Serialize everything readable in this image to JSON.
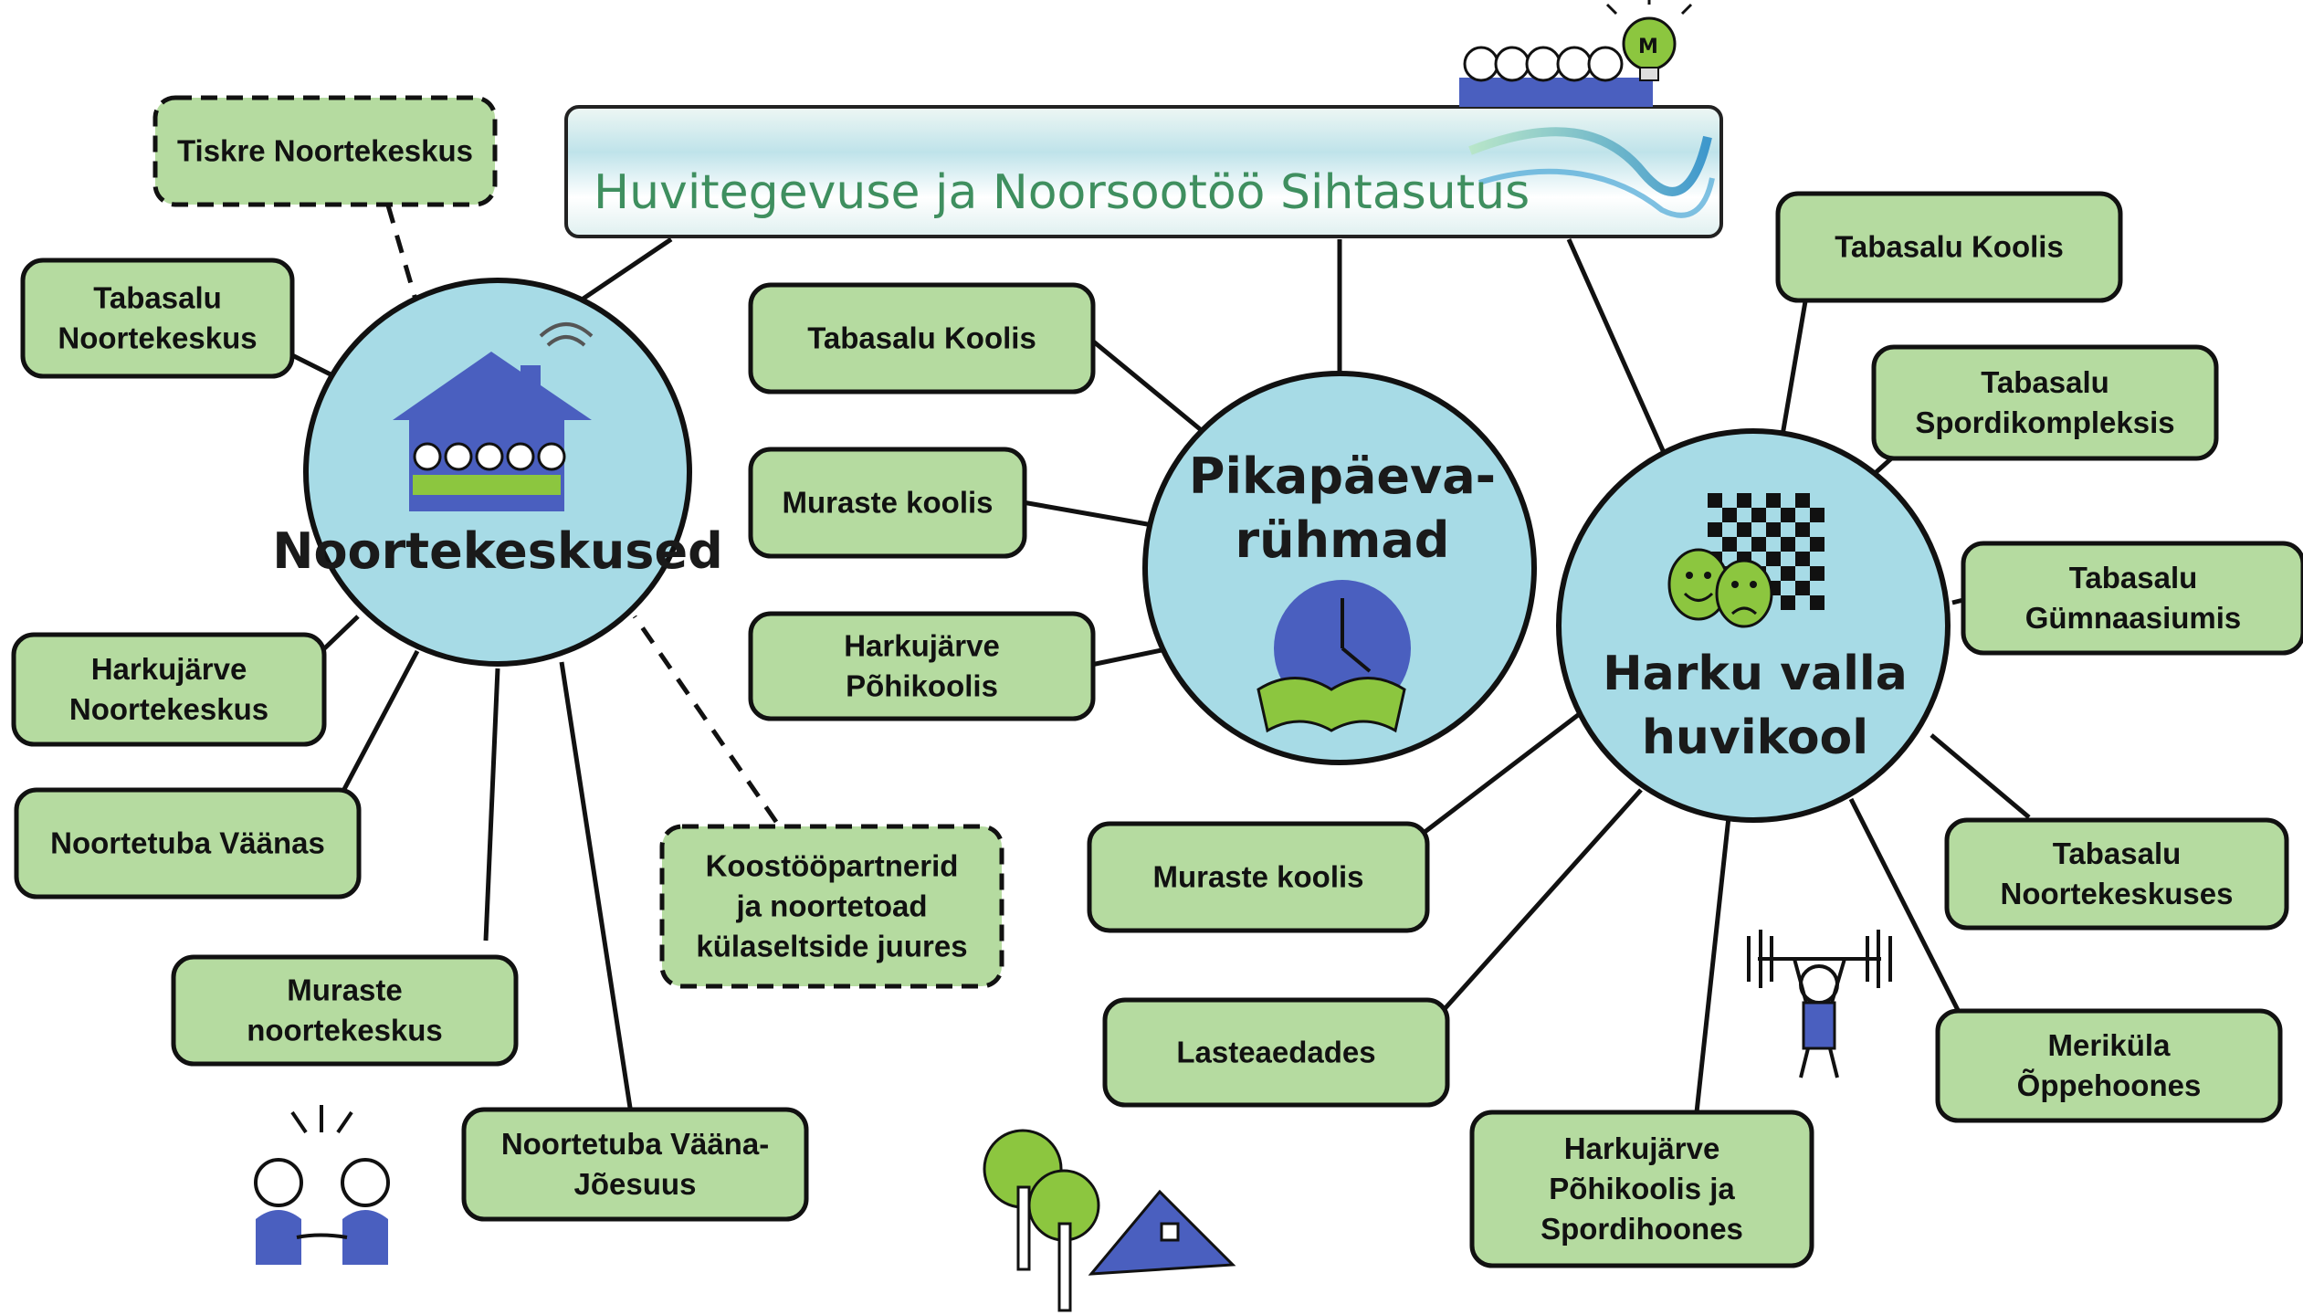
{
  "banner": {
    "title": "Huvitegevuse ja Noorsootöö Sihtasutus"
  },
  "hubs": {
    "noortekeskused": {
      "label": "Noortekeskused"
    },
    "pikapaeva": {
      "label_line1": "Pikapäeva-",
      "label_line2": "rühmad"
    },
    "huvikool": {
      "label_line1": "Harku valla",
      "label_line2": "huvikool"
    }
  },
  "noortekeskused_items": [
    {
      "lines": [
        "Tiskre Noortekeskus"
      ],
      "style": "dashed"
    },
    {
      "lines": [
        "Tabasalu",
        "Noortekeskus"
      ],
      "style": "solid"
    },
    {
      "lines": [
        "Harkujärve",
        "Noortekeskus"
      ],
      "style": "solid"
    },
    {
      "lines": [
        "Noortetuba Väänas"
      ],
      "style": "solid"
    },
    {
      "lines": [
        "Muraste",
        "noortekeskus"
      ],
      "style": "solid"
    },
    {
      "lines": [
        "Noortetuba Vääna-",
        "Jõesuus"
      ],
      "style": "solid"
    },
    {
      "lines": [
        "Koostööpartnerid",
        "ja noortetoad",
        "külaseltside juures"
      ],
      "style": "dashed"
    }
  ],
  "pikapaeva_items": [
    {
      "lines": [
        "Tabasalu Koolis"
      ]
    },
    {
      "lines": [
        "Muraste koolis"
      ]
    },
    {
      "lines": [
        "Harkujärve",
        "Põhikoolis"
      ]
    }
  ],
  "huvikool_items": [
    {
      "lines": [
        "Tabasalu Koolis"
      ]
    },
    {
      "lines": [
        "Tabasalu",
        "Spordikompleksis"
      ]
    },
    {
      "lines": [
        "Tabasalu",
        "Gümnaasiumis"
      ]
    },
    {
      "lines": [
        "Tabasalu",
        "Noortekeskuses"
      ]
    },
    {
      "lines": [
        "Meriküla",
        "Õppehoones"
      ]
    },
    {
      "lines": [
        "Harkujärve",
        "Põhikoolis ja",
        "Spordihoones"
      ]
    },
    {
      "lines": [
        "Lasteaedades"
      ]
    },
    {
      "lines": [
        "Muraste koolis"
      ]
    }
  ],
  "icons": [
    "people-with-lightbulb-icon",
    "youth-house-icon",
    "clock-book-icon",
    "theatre-masks-chessboard-icon",
    "handshake-people-icon",
    "trees-tent-icon",
    "weightlifter-icon"
  ],
  "colors": {
    "box_fill": "#b5dba0",
    "box_stroke": "#111111",
    "circle_fill": "#a7dbe6",
    "circle_stroke": "#111111",
    "icon_blue": "#4a5fbf",
    "icon_green": "#8cc63f",
    "banner_text": "#3f8f5f"
  }
}
